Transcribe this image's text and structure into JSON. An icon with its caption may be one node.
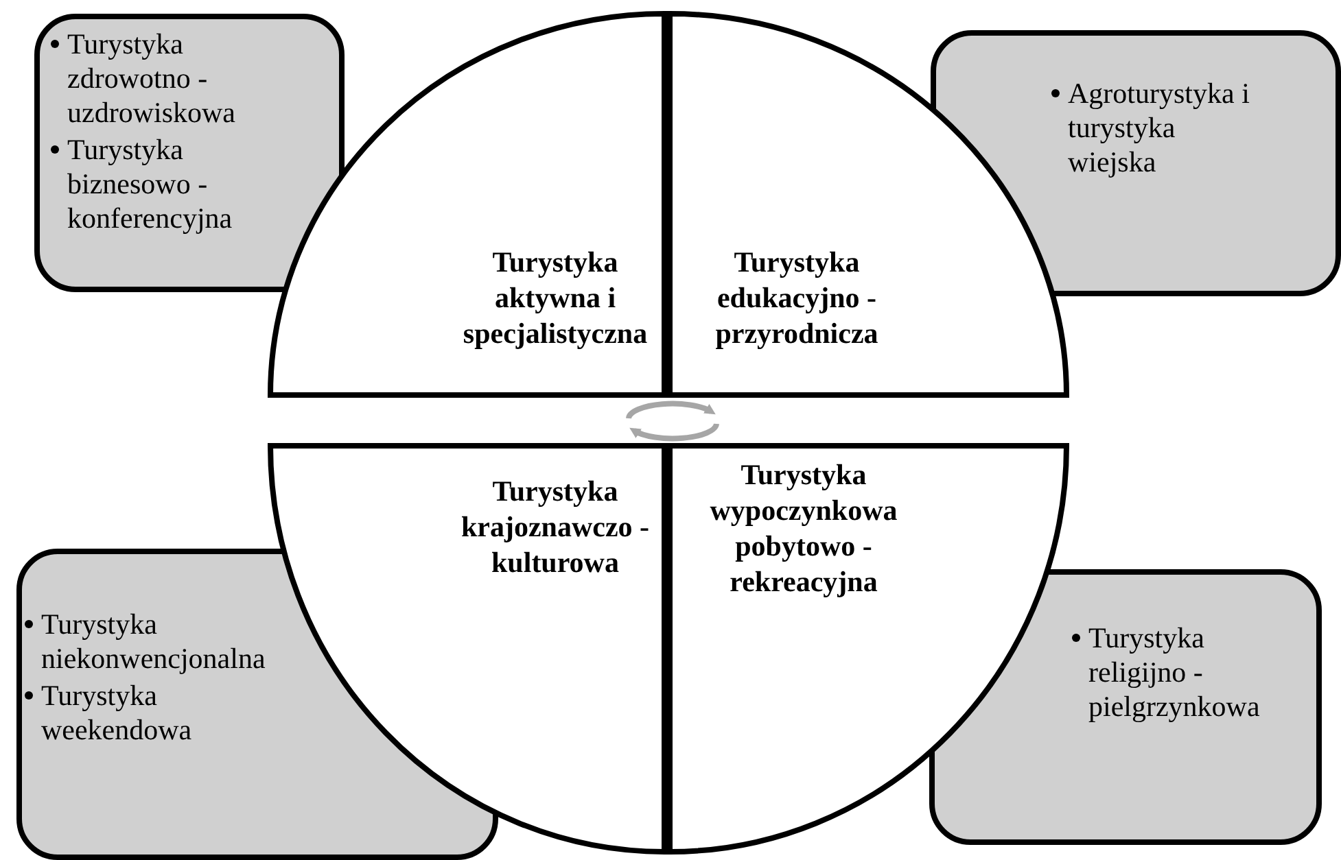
{
  "diagram": {
    "nodes": [
      {
        "text": [
          "Turystyka zdrowotno - uzdrowiskowa",
          "Turystyka biznesowo - konferencyjna"
        ]
      },
      {
        "text": [
          "Agroturystyka i turystyka wiejska"
        ]
      },
      {
        "text": [
          "Turystyka aktywna i specjalistyczna"
        ]
      },
      {
        "text": [
          "Turystyka edukacyjno - przyrodnicza"
        ]
      },
      {
        "text": [
          "Turystyka krajoznawczo - kulturowa"
        ]
      },
      {
        "text": [
          "Turystyka wypoczynkowa pobytowo - rekreacyjna"
        ]
      },
      {
        "text": [
          "Turystyka niekonwencjonalna",
          "Turystyka weekendowa"
        ]
      },
      {
        "text": [
          "Turystyka religijno - pielgrzynkowa"
        ]
      }
    ],
    "edges": []
  }
}
